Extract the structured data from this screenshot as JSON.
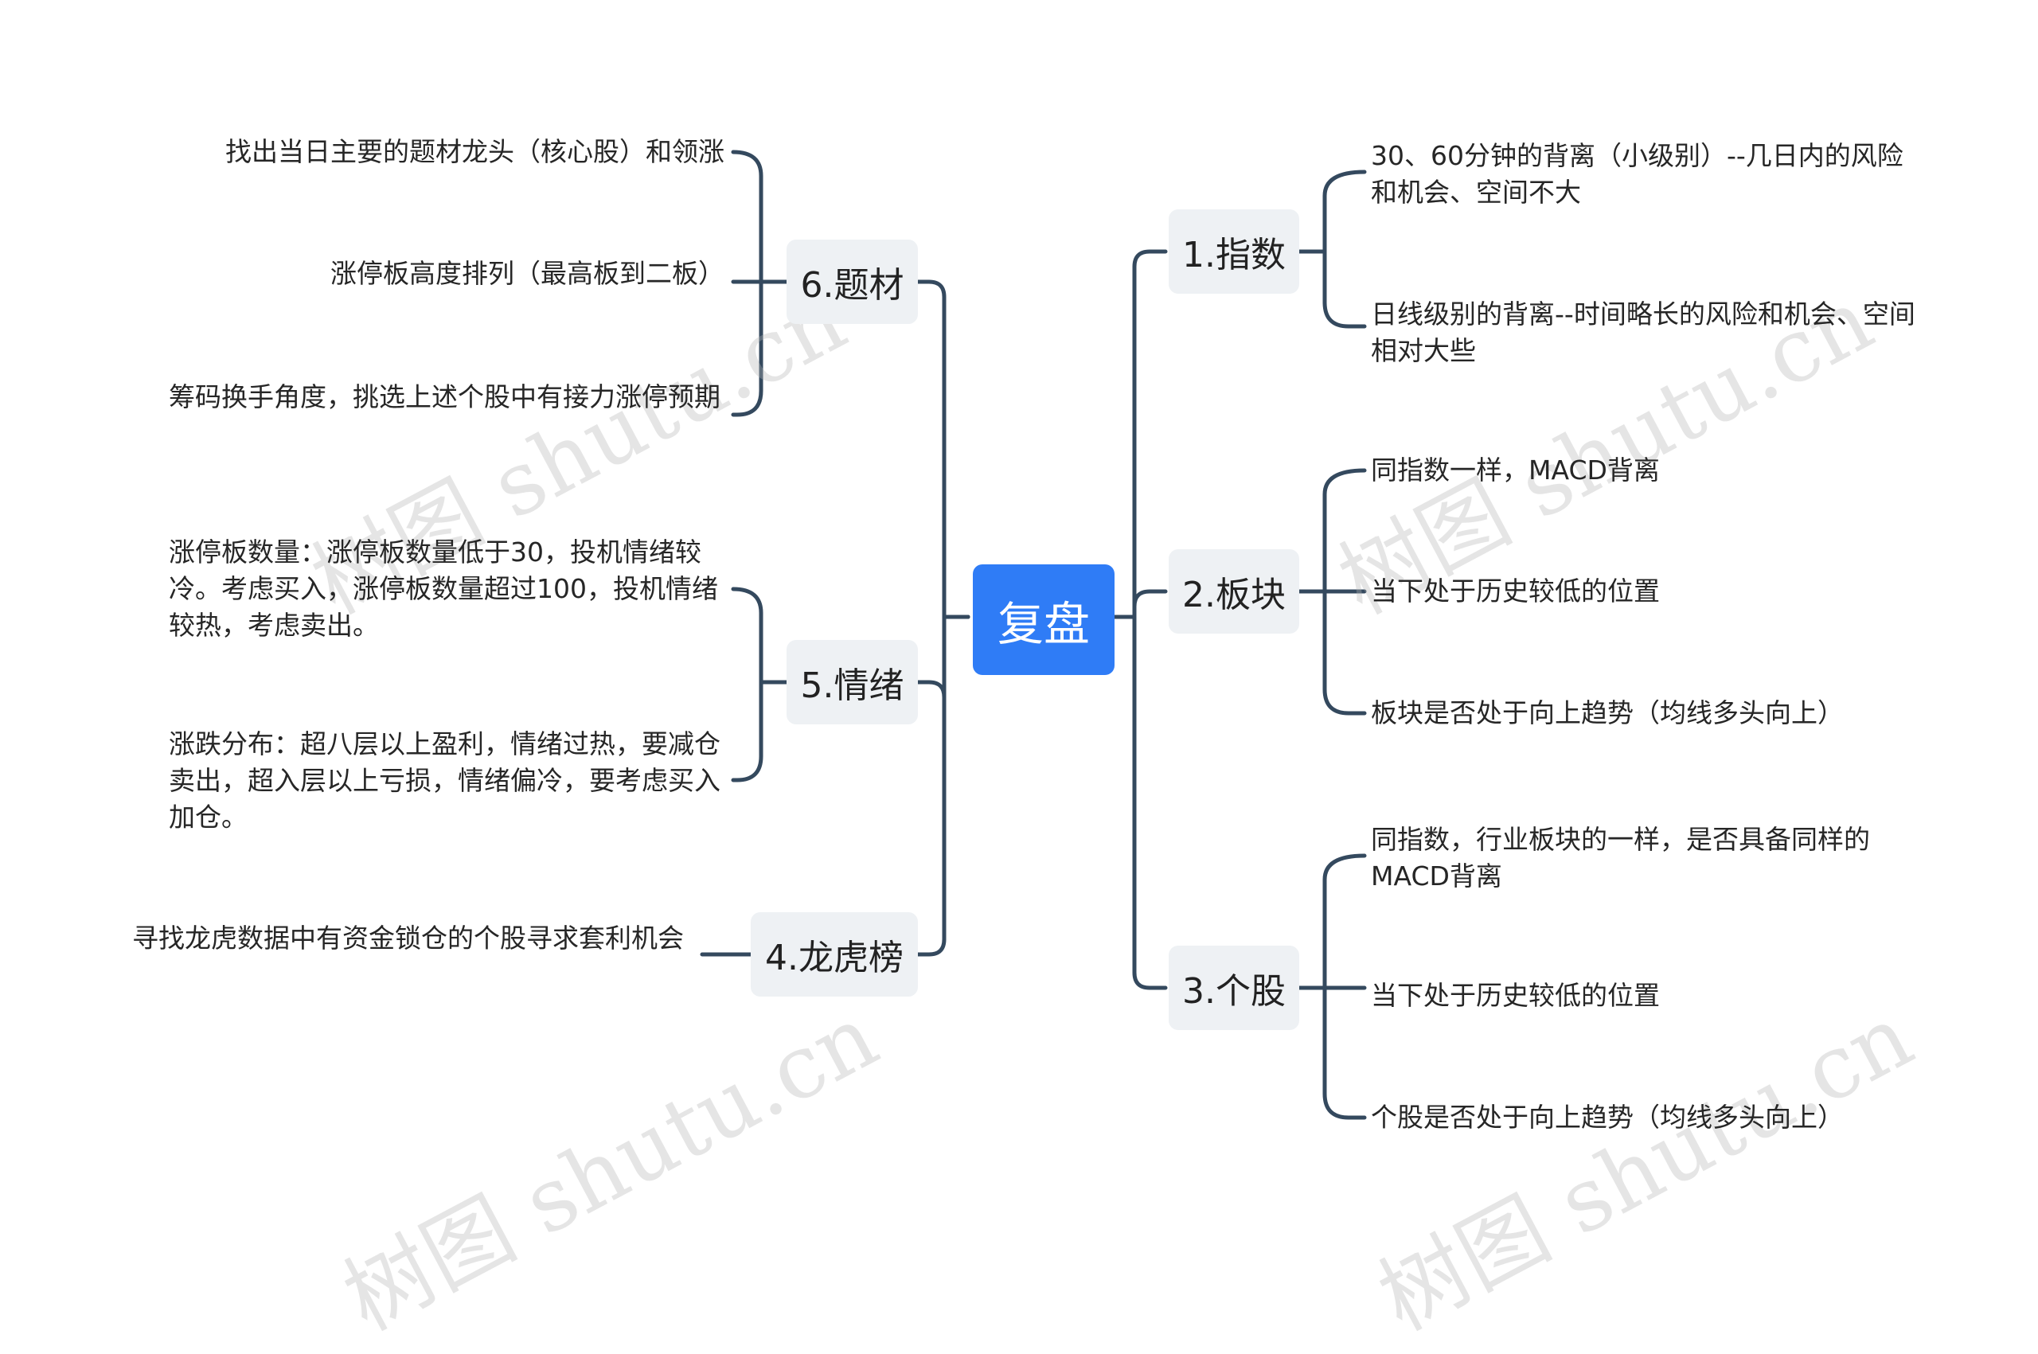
{
  "root": {
    "label": "复盘"
  },
  "branches": {
    "index": {
      "label": "1.指数",
      "leaves": [
        "30、60分钟的背离（小级别）--几日内的风险和机会、空间不大",
        "日线级别的背离--时间略长的风险和机会、空间相对大些"
      ]
    },
    "sector": {
      "label": "2.板块",
      "leaves": [
        "同指数一样，MACD背离",
        "当下处于历史较低的位置",
        "板块是否处于向上趋势（均线多头向上）"
      ]
    },
    "stock": {
      "label": "3.个股",
      "leaves": [
        "同指数，行业板块的一样，是否具备同样的MACD背离",
        "当下处于历史较低的位置",
        "个股是否处于向上趋势（均线多头向上）"
      ]
    },
    "dragon_tiger": {
      "label": "4.龙虎榜",
      "leaves": [
        "寻找龙虎数据中有资金锁仓的个股寻求套利机会"
      ]
    },
    "sentiment": {
      "label": "5.情绪",
      "leaves": [
        "涨停板数量：涨停板数量低于30，投机情绪较冷。考虑买入，涨停板数量超过100，投机情绪较热，考虑卖出。",
        "涨跌分布：超八层以上盈利，情绪过热，要减仓卖出，超入层以上亏损，情绪偏冷，要考虑买入加仓。"
      ]
    },
    "theme": {
      "label": "6.题材",
      "leaves": [
        "找出当日主要的题材龙头（核心股）和领涨",
        "涨停板高度排列（最高板到二板）",
        "筹码换手角度，挑选上述个股中有接力涨停预期"
      ]
    }
  },
  "watermark": "树图 shutu.cn",
  "colors": {
    "root": "#2f7cf6",
    "branch_bg": "#eef1f4",
    "line": "#34495e"
  }
}
